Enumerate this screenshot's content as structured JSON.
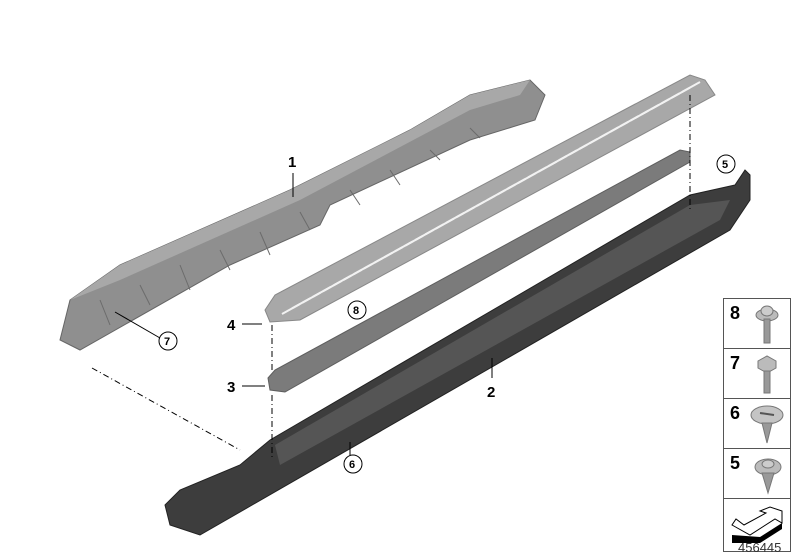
{
  "diagram": {
    "id": "456445",
    "callouts": [
      {
        "num": "1",
        "part": "trim-carrier"
      },
      {
        "num": "2",
        "part": "side-skirt-cover"
      },
      {
        "num": "3",
        "part": "gasket-strip"
      },
      {
        "num": "4",
        "part": "step-plate"
      },
      {
        "num": "5",
        "part": "expanding-rivet",
        "circled": true
      },
      {
        "num": "6",
        "part": "clip-screw",
        "circled": true
      },
      {
        "num": "7",
        "part": "hex-bolt",
        "circled": true
      },
      {
        "num": "8",
        "part": "torx-bolt",
        "circled": true
      }
    ],
    "legend": [
      {
        "num": "8",
        "icon": "torx-bolt-icon"
      },
      {
        "num": "7",
        "icon": "hex-bolt-icon"
      },
      {
        "num": "6",
        "icon": "slotted-clip-icon"
      },
      {
        "num": "5",
        "icon": "push-rivet-icon"
      }
    ],
    "colors": {
      "carrier": "#8a8a8a",
      "step_plate": "#a9a9a9",
      "gasket": "#7a7a7a",
      "skirt": "#3a3a3a"
    }
  }
}
